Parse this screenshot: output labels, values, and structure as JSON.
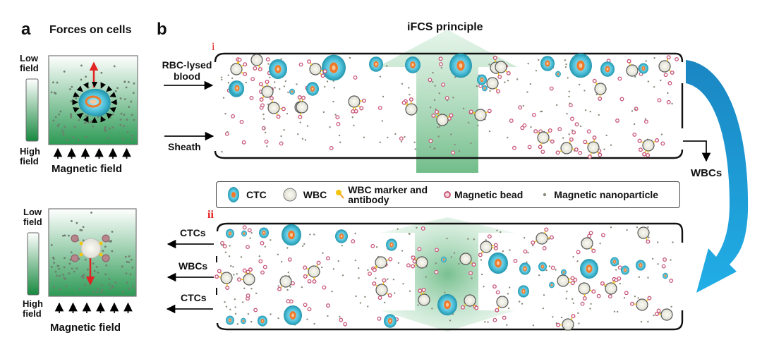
{
  "panel_a": {
    "letter": "a",
    "title": "Forces on cells",
    "top_box": {
      "scale_low": [
        "Low",
        "field"
      ],
      "scale_high": [
        "High",
        "field"
      ],
      "axis_label": "Magnetic field",
      "cell": "CTC",
      "net_force": "up"
    },
    "bottom_box": {
      "scale_low": [
        "Low",
        "field"
      ],
      "scale_high": [
        "High",
        "field"
      ],
      "axis_label": "Magnetic field",
      "cell": "WBC with magnetic beads",
      "net_force": "down"
    },
    "field_arrow_count": 6
  },
  "panel_b": {
    "letter": "b",
    "title": "iFCS principle",
    "stage_i": {
      "numeral": "i",
      "inlets": [
        "RBC-lysed blood",
        "Sheath"
      ],
      "inlet_lines": [
        [
          "RBC-lysed",
          "blood"
        ],
        [
          "Sheath"
        ]
      ],
      "outlet": "WBCs"
    },
    "stage_ii": {
      "numeral": "ii",
      "outlets": [
        "CTCs",
        "WBCs",
        "CTCs"
      ]
    },
    "legend": [
      {
        "icon": "ctc-icon",
        "label": "CTC"
      },
      {
        "icon": "wbc-icon",
        "label": "WBC"
      },
      {
        "icon": "antibody-icon",
        "label_lines": [
          "WBC marker and",
          "antibody"
        ]
      },
      {
        "icon": "magnetic-bead-icon",
        "label": "Magnetic bead"
      },
      {
        "icon": "nanoparticle-icon",
        "label": "Magnetic nanoparticle"
      }
    ]
  },
  "colors": {
    "ctc_outer": "#1f9bbd",
    "ctc_inner": "#6fd0e6",
    "ctc_nucleus": "#f07a2a",
    "wbc_fill": "#ececec",
    "wbc_stroke": "#555555",
    "antibody": "#f2c511",
    "bead": "#c9587a",
    "nanoparticle": "#8a8a7a",
    "field_green": "#1e8f46",
    "magnet_arrow": "#e02424",
    "transfer_arrow": "#1592cf",
    "numeral": "#e0201b"
  }
}
